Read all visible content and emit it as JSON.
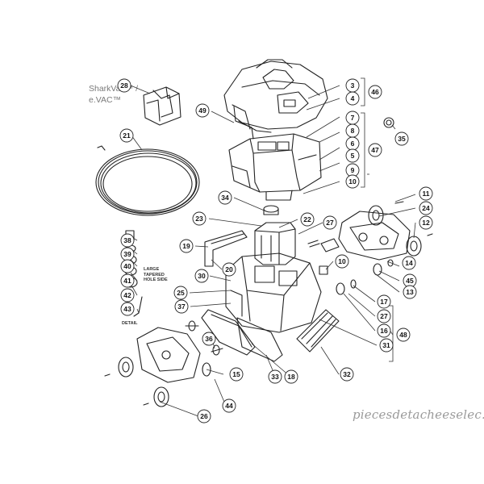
{
  "header": {
    "title_line1": "SharkVac™ /",
    "title_line2": "e.VAC™"
  },
  "annotations": {
    "tapered_hole_line1": "LARGE",
    "tapered_hole_line2": "TAPERED",
    "tapered_hole_line3": "HOLE SIDE",
    "detail_label": "DETAIL"
  },
  "watermark": "piecesdetacheeselec.com",
  "callouts": [
    {
      "id": "c28",
      "label": "28"
    },
    {
      "id": "c49",
      "label": "49"
    },
    {
      "id": "c21",
      "label": "21"
    },
    {
      "id": "c3",
      "label": "3"
    },
    {
      "id": "c4",
      "label": "4"
    },
    {
      "id": "c46",
      "label": "46"
    },
    {
      "id": "c7",
      "label": "7"
    },
    {
      "id": "c8",
      "label": "8"
    },
    {
      "id": "c6",
      "label": "6"
    },
    {
      "id": "c47",
      "label": "47"
    },
    {
      "id": "c5",
      "label": "5"
    },
    {
      "id": "c9",
      "label": "9"
    },
    {
      "id": "c10a",
      "label": "10"
    },
    {
      "id": "c35",
      "label": "35"
    },
    {
      "id": "c34",
      "label": "34"
    },
    {
      "id": "c11",
      "label": "11"
    },
    {
      "id": "c24",
      "label": "24"
    },
    {
      "id": "c12",
      "label": "12"
    },
    {
      "id": "c23",
      "label": "23"
    },
    {
      "id": "c22",
      "label": "22"
    },
    {
      "id": "c27a",
      "label": "27"
    },
    {
      "id": "c38",
      "label": "38"
    },
    {
      "id": "c39",
      "label": "39"
    },
    {
      "id": "c19",
      "label": "19"
    },
    {
      "id": "c40",
      "label": "40"
    },
    {
      "id": "c20",
      "label": "20"
    },
    {
      "id": "c10b",
      "label": "10"
    },
    {
      "id": "c14",
      "label": "14"
    },
    {
      "id": "c41",
      "label": "41"
    },
    {
      "id": "c30",
      "label": "30"
    },
    {
      "id": "c45",
      "label": "45"
    },
    {
      "id": "c42",
      "label": "42"
    },
    {
      "id": "c13",
      "label": "13"
    },
    {
      "id": "c25",
      "label": "25"
    },
    {
      "id": "c43",
      "label": "43"
    },
    {
      "id": "c37",
      "label": "37"
    },
    {
      "id": "c17",
      "label": "17"
    },
    {
      "id": "c27b",
      "label": "27"
    },
    {
      "id": "c16",
      "label": "16"
    },
    {
      "id": "c48",
      "label": "48"
    },
    {
      "id": "c36",
      "label": "36"
    },
    {
      "id": "c31",
      "label": "31"
    },
    {
      "id": "c15",
      "label": "15"
    },
    {
      "id": "c33",
      "label": "33"
    },
    {
      "id": "c18",
      "label": "18"
    },
    {
      "id": "c32",
      "label": "32"
    },
    {
      "id": "c44",
      "label": "44"
    },
    {
      "id": "c26",
      "label": "26"
    }
  ]
}
